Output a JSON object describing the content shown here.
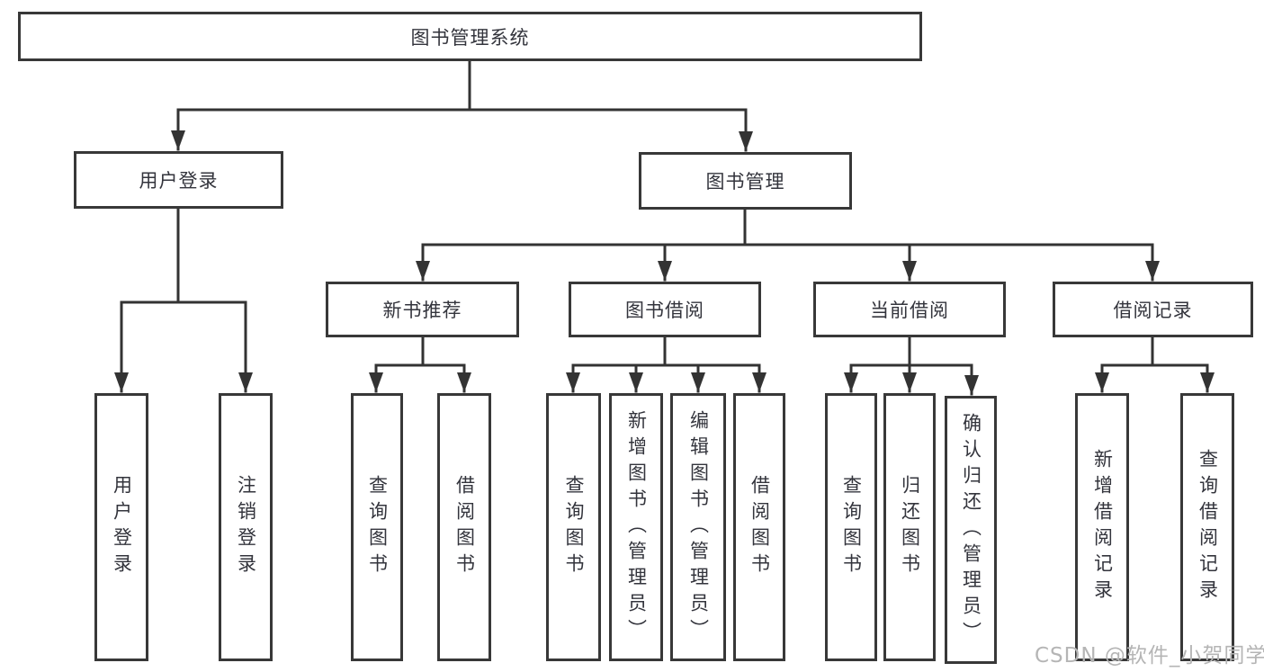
{
  "nodes": {
    "root": "图书管理系统",
    "user_login": "用户登录",
    "book_mgmt": "图书管理",
    "new_book_rec": "新书推荐",
    "book_borrow": "图书借阅",
    "current_borrow": "当前借阅",
    "borrow_records": "借阅记录",
    "ul_login": "用户登录",
    "ul_logout": "注销登录",
    "nbr_query_books": "查询图书",
    "nbr_borrow_books": "借阅图书",
    "bb_query_books": "查询图书",
    "bb_add_books": "新增图书（管理员）",
    "bb_edit_books": "编辑图书（管理员）",
    "bb_borrow_books": "借阅图书",
    "cb_query_books": "查询图书",
    "cb_return_books": "归还图书",
    "cb_confirm_return": "确认归还（管理员）",
    "br_add_record": "新增借阅记录",
    "br_query_record": "查询借阅记录"
  },
  "watermark": "CSDN @软件_小贺同学",
  "colors": {
    "line": "#333333",
    "box_border": "#383838",
    "text": "#33343c",
    "watermark": "#b5b5b5",
    "background": "#ffffff"
  }
}
